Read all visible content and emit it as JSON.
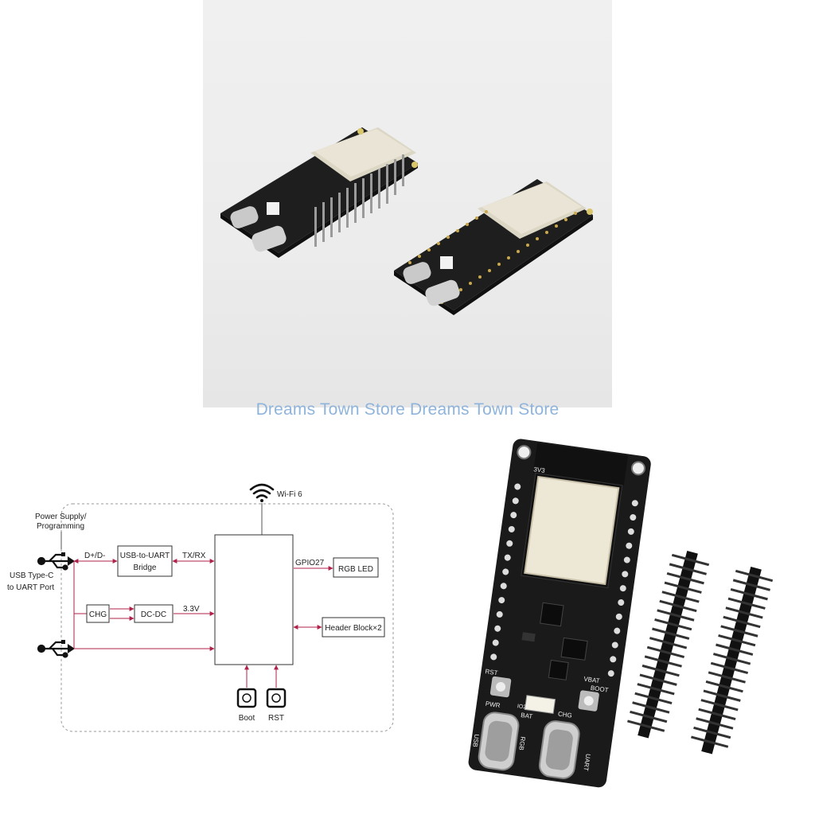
{
  "watermark": "Dreams Town Store Dreams Town Store",
  "diagram": {
    "wifi_label": "Wi-Fi 6",
    "power_label_line1": "Power Supply/",
    "power_label_line2": "Programming",
    "usb_label_line1": "USB Type-C",
    "usb_label_line2": "to UART Port",
    "dd_label": "D+/D-",
    "bridge_line1": "USB-to-UART",
    "bridge_line2": "Bridge",
    "txrx_label": "TX/RX",
    "gpio_label": "GPIO27",
    "rgb_led": "RGB LED",
    "chg": "CHG",
    "dcdc": "DC-DC",
    "v33": "3.3V",
    "header_block": "Header Block×2",
    "boot": "Boot",
    "rst": "RST"
  },
  "board": {
    "pin_3v3": "3V3",
    "rst": "RST",
    "pwr": "PWR",
    "bat": "BAT",
    "chg": "CHG",
    "boot": "BOOT",
    "usb": "USB",
    "uart": "UART",
    "rgb": "RGB",
    "io27": "IO27",
    "vbat": "VBAT"
  },
  "colors": {
    "arrow": "#b0224a",
    "pcb": "#1b1b1b",
    "watermark": "#8fb4dc"
  }
}
